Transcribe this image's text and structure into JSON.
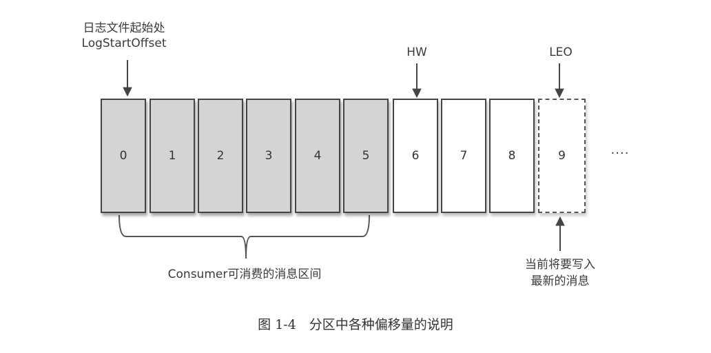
{
  "diagram": {
    "log_start": {
      "line1": "日志文件起始处",
      "line2": "LogStartOffset"
    },
    "hw_label": "HW",
    "leo_label": "LEO",
    "cells": [
      {
        "label": "0",
        "state": "consumable"
      },
      {
        "label": "1",
        "state": "consumable"
      },
      {
        "label": "2",
        "state": "consumable"
      },
      {
        "label": "3",
        "state": "consumable"
      },
      {
        "label": "4",
        "state": "consumable"
      },
      {
        "label": "5",
        "state": "consumable"
      },
      {
        "label": "6",
        "state": "written"
      },
      {
        "label": "7",
        "state": "written"
      },
      {
        "label": "8",
        "state": "written"
      },
      {
        "label": "9",
        "state": "next-write"
      }
    ],
    "ellipsis": "····",
    "consumer_range_label": "Consumer可消费的消息区间",
    "next_write": {
      "line1": "当前将要写入",
      "line2": "最新的消息"
    },
    "colors": {
      "filled": "#d4d4d4",
      "border": "#444444",
      "empty": "#ffffff"
    }
  },
  "caption": "图 1-4　分区中各种偏移量的说明"
}
